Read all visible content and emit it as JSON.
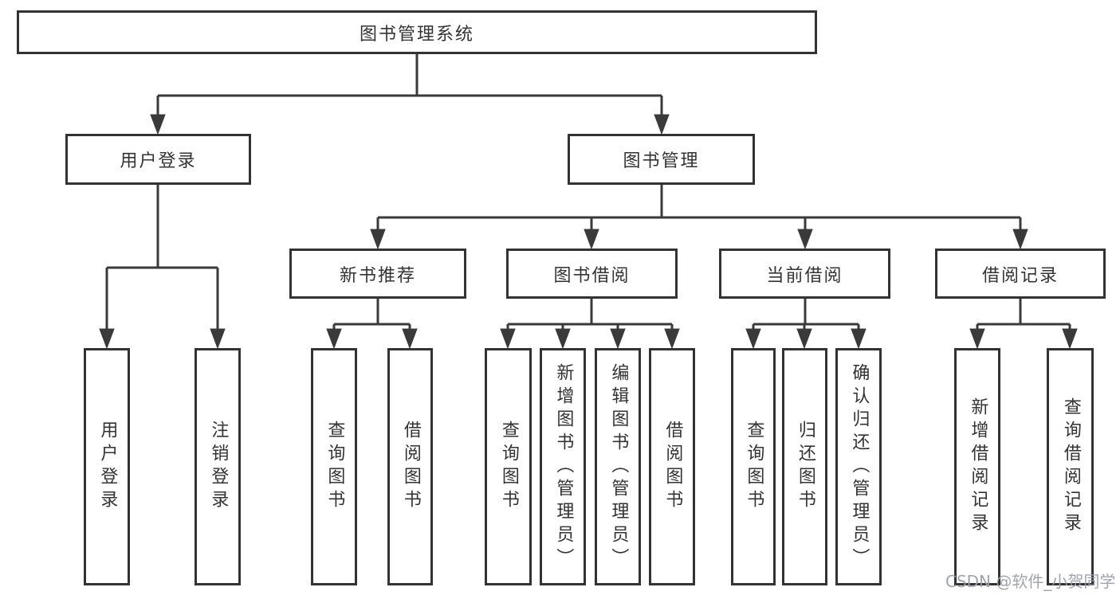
{
  "colors": {
    "line": "#3a3a3a",
    "box_border": "#333333",
    "text": "#333333",
    "background": "#ffffff",
    "watermark": "#9ca0a6"
  },
  "watermark": {
    "text": "CSDN @软件_小贺同学"
  },
  "tree": {
    "root": {
      "label": "图书管理系统"
    },
    "branches": [
      {
        "label": "用户登录",
        "children": [
          {
            "label": "用户登录"
          },
          {
            "label": "注销登录"
          }
        ]
      },
      {
        "label": "图书管理",
        "children": [
          {
            "label": "新书推荐",
            "children": [
              {
                "label": "查询图书"
              },
              {
                "label": "借阅图书"
              }
            ]
          },
          {
            "label": "图书借阅",
            "children": [
              {
                "label": "查询图书"
              },
              {
                "label": "新增图书（管理员）"
              },
              {
                "label": "编辑图书（管理员）"
              },
              {
                "label": "借阅图书"
              }
            ]
          },
          {
            "label": "当前借阅",
            "children": [
              {
                "label": "查询图书"
              },
              {
                "label": "归还图书"
              },
              {
                "label": "确认归还（管理员）"
              }
            ]
          },
          {
            "label": "借阅记录",
            "children": [
              {
                "label": "新增借阅记录"
              },
              {
                "label": "查询借阅记录"
              }
            ]
          }
        ]
      }
    ]
  }
}
